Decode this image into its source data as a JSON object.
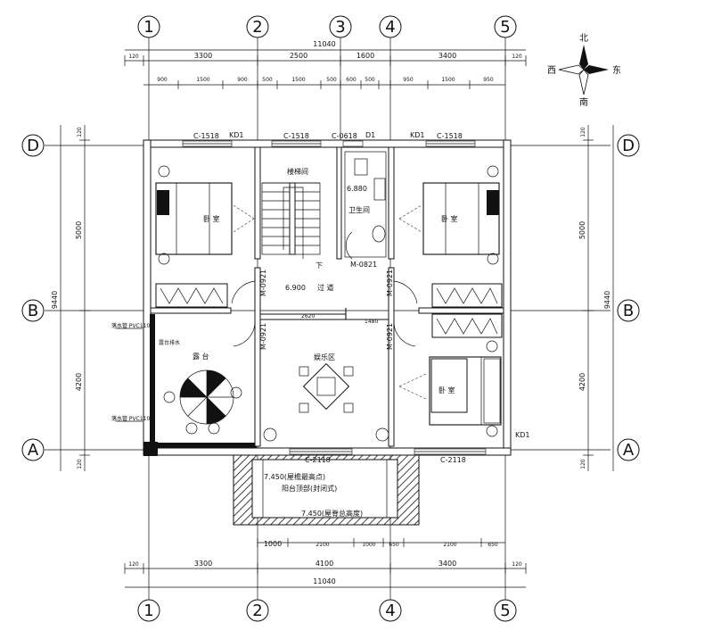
{
  "axes": {
    "vertical": [
      "1",
      "2",
      "3",
      "4",
      "5"
    ],
    "horizontal": [
      "D",
      "B",
      "A"
    ]
  },
  "dimensions": {
    "top_total": "11040",
    "top_row": [
      "120",
      "3300",
      "2500",
      "1600",
      "3400",
      "120"
    ],
    "top_detail": [
      "900",
      "1500",
      "900",
      "500",
      "1500",
      "500",
      "600",
      "500",
      "950",
      "1500",
      "950"
    ],
    "bottom_total": "11040",
    "bottom_row": [
      "120",
      "3300",
      "4100",
      "3400",
      "120"
    ],
    "bottom_detail": [
      "1000",
      "2100",
      "1000",
      "650",
      "2100",
      "650"
    ],
    "left_total": "9440",
    "left_row": [
      "120",
      "5000",
      "4200",
      "120"
    ],
    "right_total": "9440",
    "right_row": [
      "120",
      "5000",
      "4200",
      "120"
    ],
    "inner_dims": [
      "2620",
      "1480"
    ]
  },
  "compass": {
    "north": "北",
    "south": "南",
    "east": "东",
    "west": "西"
  },
  "windows": {
    "w1": "C-1518",
    "w2": "C-1518",
    "w3": "C-0618",
    "w4": "C-1518",
    "w5": "C-2118",
    "w6": "C-2118",
    "kd_left": "KD1",
    "kd_right": "KD1",
    "kd_corner": "KD1",
    "d1": "D1"
  },
  "doors": {
    "left": "M-0921",
    "right": "M-0921",
    "left2": "M-0921",
    "right2": "M-0921",
    "bath": "M-0821"
  },
  "rooms": {
    "bedroom_left": "卧 室",
    "stair": "楼梯间",
    "bath": "卫生间",
    "bath_elev": "6.880",
    "bedroom_right": "卧 室",
    "hall": "过 道",
    "hall_elev": "6.900",
    "terrace": "露 台",
    "ent": "娱乐区",
    "bedroom_sw": "卧 室",
    "down": "下",
    "balcony_top": "阳台顶部(封闭式)",
    "eave": "7.450(屋檐最高点)",
    "roof": "7.450(屋脊总高度)"
  },
  "notes": {
    "n1": "落水管 PVC110",
    "n2": "露台排水",
    "n3": "落水管 PVC110"
  }
}
